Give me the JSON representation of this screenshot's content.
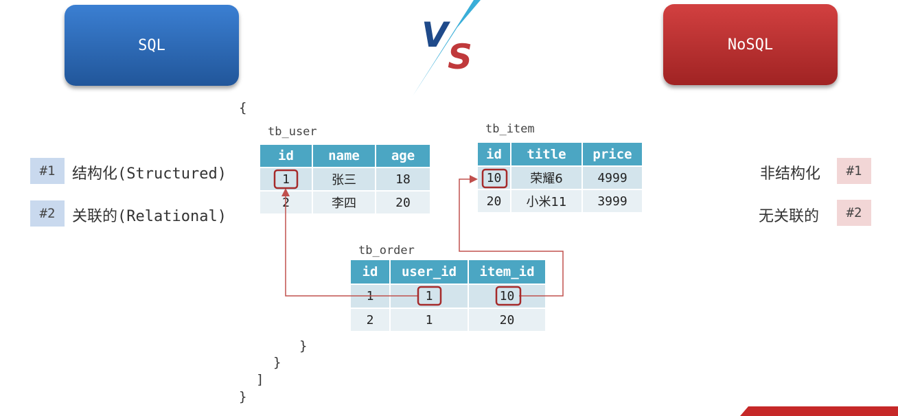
{
  "header": {
    "sql_label": "SQL",
    "nosql_label": "NoSQL",
    "vs_v": "V",
    "vs_s": "S"
  },
  "sql_features": [
    {
      "badge": "#1",
      "text": "结构化(Structured)"
    },
    {
      "badge": "#2",
      "text": "关联的(Relational)"
    }
  ],
  "nosql_features": [
    {
      "badge": "#1",
      "text": "非结构化"
    },
    {
      "badge": "#2",
      "text": "无关联的"
    }
  ],
  "code": {
    "open_brace": "{",
    "close_inner": "}",
    "close_mid": "}",
    "close_bracket": "]",
    "close_outer": "}"
  },
  "tables": {
    "tb_user": {
      "name": "tb_user",
      "columns": [
        "id",
        "name",
        "age"
      ],
      "rows": [
        [
          "1",
          "张三",
          "18"
        ],
        [
          "2",
          "李四",
          "20"
        ]
      ]
    },
    "tb_item": {
      "name": "tb_item",
      "columns": [
        "id",
        "title",
        "price"
      ],
      "rows": [
        [
          "10",
          "荣耀6",
          "4999"
        ],
        [
          "20",
          "小米11",
          "3999"
        ]
      ]
    },
    "tb_order": {
      "name": "tb_order",
      "columns": [
        "id",
        "user_id",
        "item_id"
      ],
      "rows": [
        [
          "1",
          "1",
          "10"
        ],
        [
          "2",
          "1",
          "20"
        ]
      ]
    }
  },
  "colors": {
    "sql_blue": "#2d6bb8",
    "nosql_red": "#b52f2f",
    "table_header": "#4ba6c3",
    "relation_line": "#c0504d"
  }
}
